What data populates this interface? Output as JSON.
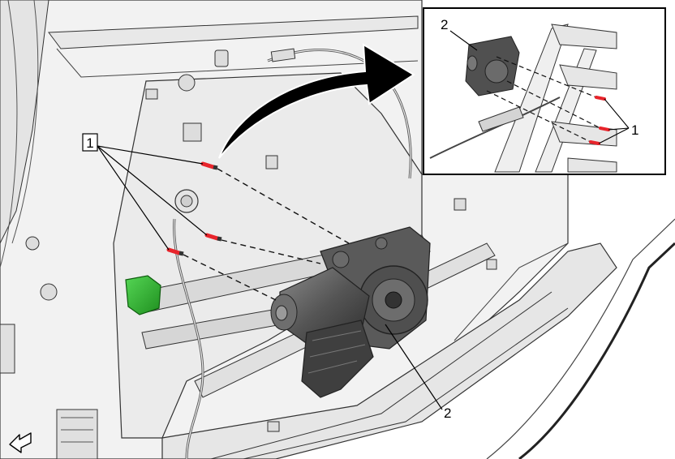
{
  "callouts": {
    "main_label_1": "1",
    "main_label_2": "2",
    "inset_label_1": "1",
    "inset_label_2": "2"
  },
  "colors": {
    "panel_fill": "#f3f3f3",
    "panel_shade": "#dcdcdc",
    "motor_dark": "#4a4a4a",
    "motor_mid": "#6b6b6b",
    "bolt_red": "#e8242b",
    "connector_green": "#2fb82f",
    "arrow_black": "#000000",
    "line": "#222222"
  },
  "icons": {
    "front_arrow": "front-direction-arrow-icon"
  }
}
